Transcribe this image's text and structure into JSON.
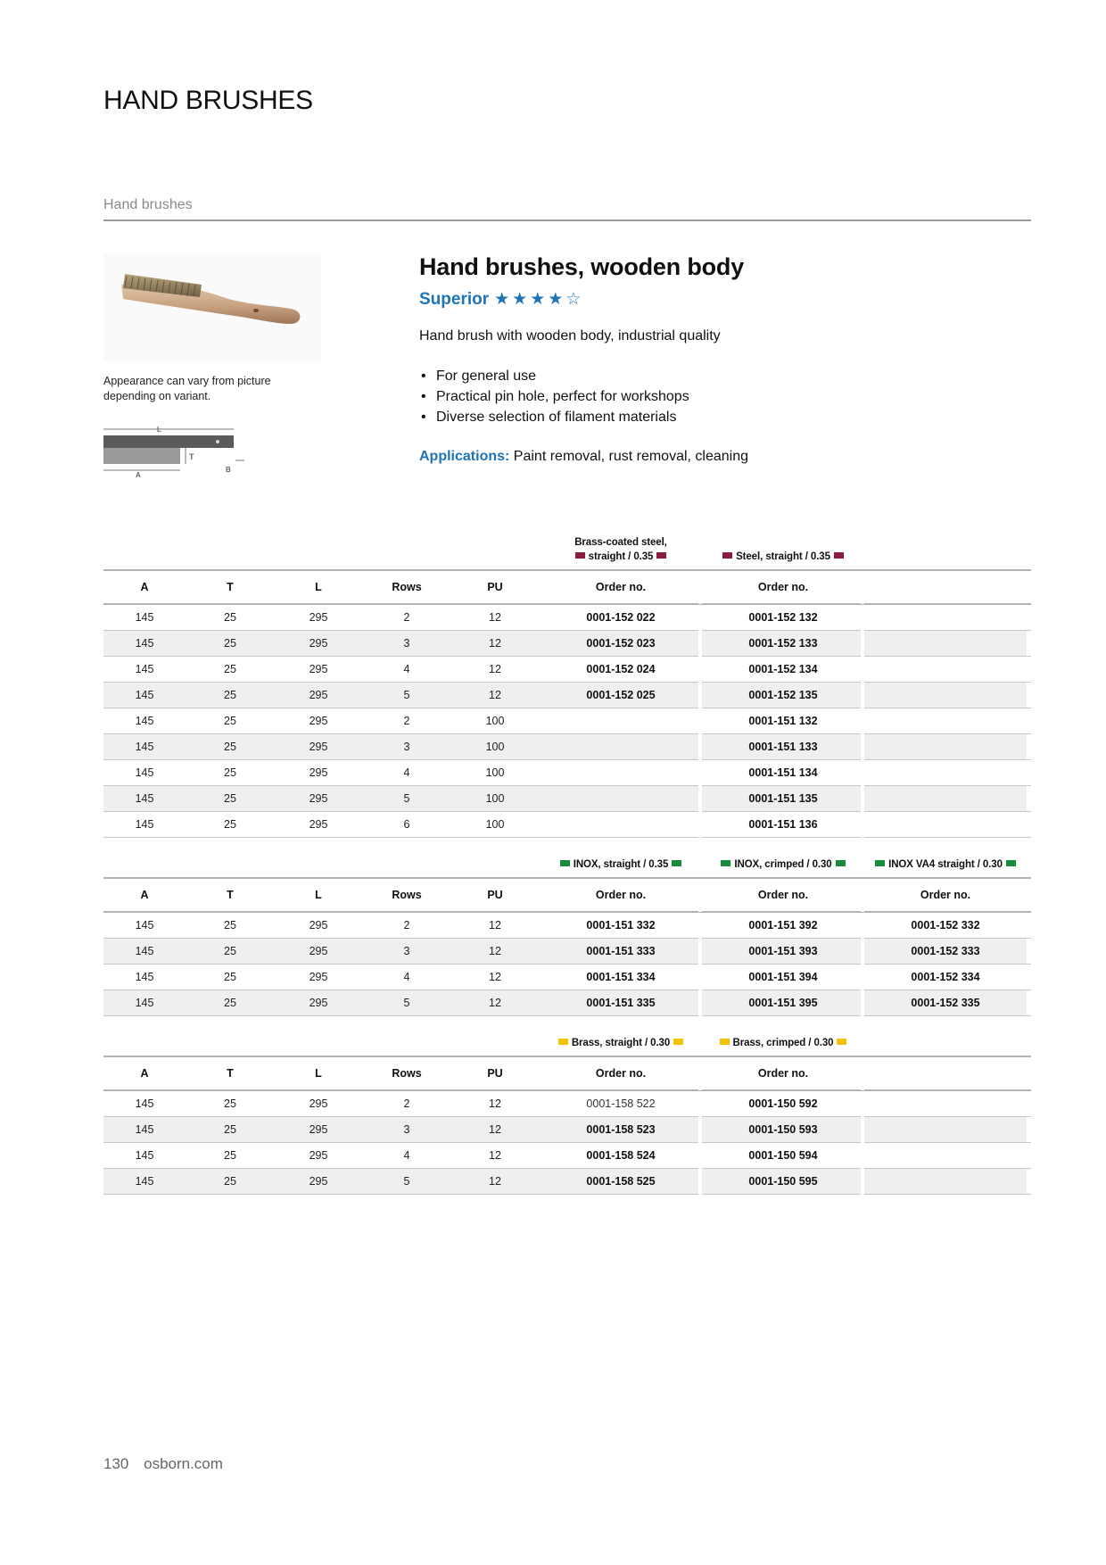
{
  "page": {
    "title": "HAND BRUSHES",
    "section": "Hand brushes",
    "caption": "Appearance can vary from picture depending on variant.",
    "diagram_labels": {
      "l": "L",
      "t": "T",
      "a": "A",
      "b": "B"
    }
  },
  "product": {
    "title": "Hand brushes, wooden body",
    "quality": "Superior",
    "rating": {
      "filled": 4,
      "total": 5
    },
    "description": "Hand brush with wooden body, industrial quality",
    "features": [
      "For general use",
      "Practical pin hole, perfect for workshops",
      "Diverse selection of filament materials"
    ],
    "applications_label": "Applications:",
    "applications": "Paint removal, rust removal, cleaning"
  },
  "colors": {
    "accent": "#1f74b6",
    "steel": "#8b1c3c",
    "inox": "#1a8a3c",
    "brass": "#f2c200"
  },
  "columns": {
    "a": "A",
    "t": "T",
    "l": "L",
    "rows": "Rows",
    "pu": "PU",
    "order": "Order no."
  },
  "tables": [
    {
      "materials": [
        {
          "line1": "Brass-coated steel,",
          "line2": "straight / 0.35",
          "color": "steel"
        },
        {
          "line1": "",
          "line2": "Steel, straight / 0.35",
          "color": "steel"
        },
        null
      ],
      "rows": [
        [
          "145",
          "25",
          "295",
          "2",
          "12",
          "0001-152 022",
          "0001-152 132",
          ""
        ],
        [
          "145",
          "25",
          "295",
          "3",
          "12",
          "0001-152 023",
          "0001-152 133",
          ""
        ],
        [
          "145",
          "25",
          "295",
          "4",
          "12",
          "0001-152 024",
          "0001-152 134",
          ""
        ],
        [
          "145",
          "25",
          "295",
          "5",
          "12",
          "0001-152 025",
          "0001-152 135",
          ""
        ],
        [
          "145",
          "25",
          "295",
          "2",
          "100",
          "",
          "0001-151 132",
          ""
        ],
        [
          "145",
          "25",
          "295",
          "3",
          "100",
          "",
          "0001-151 133",
          ""
        ],
        [
          "145",
          "25",
          "295",
          "4",
          "100",
          "",
          "0001-151 134",
          ""
        ],
        [
          "145",
          "25",
          "295",
          "5",
          "100",
          "",
          "0001-151 135",
          ""
        ],
        [
          "145",
          "25",
          "295",
          "6",
          "100",
          "",
          "0001-151 136",
          ""
        ]
      ]
    },
    {
      "materials": [
        {
          "line1": "",
          "line2": "INOX, straight / 0.35",
          "color": "inox"
        },
        {
          "line1": "",
          "line2": "INOX, crimped / 0.30",
          "color": "inox"
        },
        {
          "line1": "",
          "line2": "INOX VA4 straight / 0.30",
          "color": "inox"
        }
      ],
      "rows": [
        [
          "145",
          "25",
          "295",
          "2",
          "12",
          "0001-151 332",
          "0001-151 392",
          "0001-152 332"
        ],
        [
          "145",
          "25",
          "295",
          "3",
          "12",
          "0001-151 333",
          "0001-151 393",
          "0001-152 333"
        ],
        [
          "145",
          "25",
          "295",
          "4",
          "12",
          "0001-151 334",
          "0001-151 394",
          "0001-152 334"
        ],
        [
          "145",
          "25",
          "295",
          "5",
          "12",
          "0001-151 335",
          "0001-151 395",
          "0001-152 335"
        ]
      ]
    },
    {
      "materials": [
        {
          "line1": "",
          "line2": "Brass, straight / 0.30",
          "color": "brass"
        },
        {
          "line1": "",
          "line2": "Brass, crimped / 0.30",
          "color": "brass"
        },
        null
      ],
      "rows": [
        [
          "145",
          "25",
          "295",
          "2",
          "12",
          "0001-158 522",
          "0001-150 592",
          ""
        ],
        [
          "145",
          "25",
          "295",
          "3",
          "12",
          "0001-158 523",
          "0001-150 593",
          ""
        ],
        [
          "145",
          "25",
          "295",
          "4",
          "12",
          "0001-158 524",
          "0001-150 594",
          ""
        ],
        [
          "145",
          "25",
          "295",
          "5",
          "12",
          "0001-158 525",
          "0001-150 595",
          ""
        ]
      ],
      "plain_cells": [
        [
          0,
          5
        ]
      ]
    }
  ],
  "footer": {
    "page_number": "130",
    "site": "osborn.com"
  }
}
